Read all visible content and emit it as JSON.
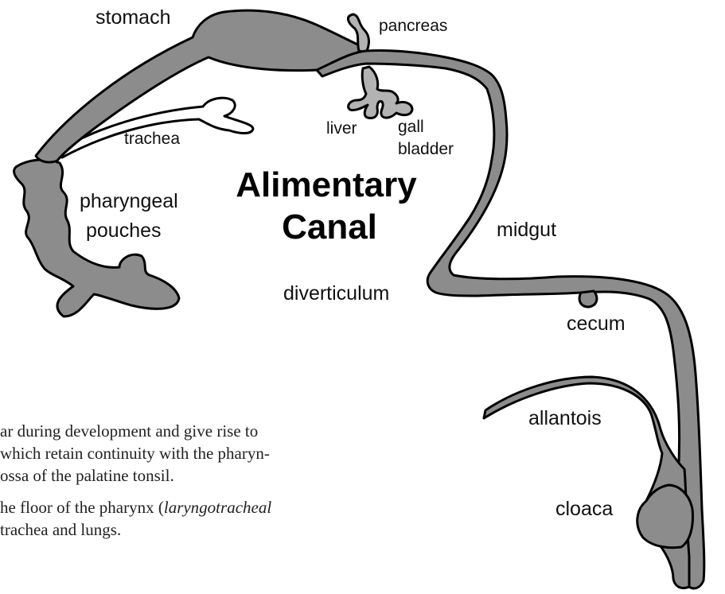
{
  "title": {
    "line1": "Alimentary",
    "line2": "Canal"
  },
  "labels": {
    "stomach": "stomach",
    "pancreas": "pancreas",
    "trachea": "trachea",
    "liver": "liver",
    "gall_bladder_line1": "gall",
    "gall_bladder_line2": "bladder",
    "pharyngeal_line1": "pharyngeal",
    "pharyngeal_line2": "pouches",
    "midgut": "midgut",
    "diverticulum": "diverticulum",
    "cecum": "cecum",
    "allantois": "allantois",
    "cloaca": "cloaca"
  },
  "body_text": {
    "p1_line1": "ar during development and give rise to",
    "p1_line2": "which retain continuity with the pharyn-",
    "p1_line3": "ossa of the palatine tonsil.",
    "p2_line1_plain": "he floor of the pharynx (",
    "p2_line1_italic": "laryngotracheal",
    "p2_line2": "trachea and lungs."
  },
  "colors": {
    "organ_fill": "#8c8c8d",
    "gland_fill": "#b3b3b3",
    "outline": "#000000"
  }
}
